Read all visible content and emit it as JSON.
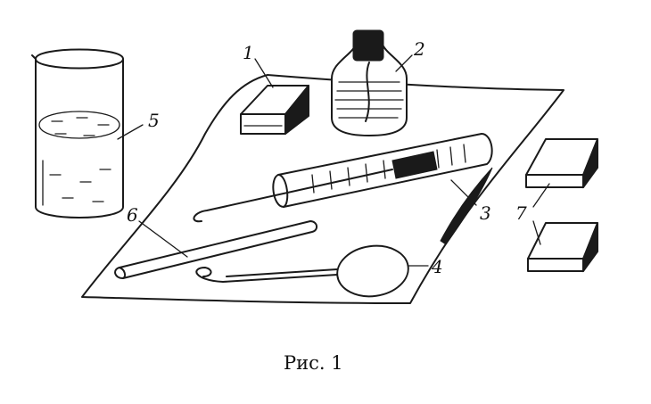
{
  "labels": {
    "l1": "1",
    "l2": "2",
    "l3": "3",
    "l4": "4",
    "l5": "5",
    "l6": "6",
    "l7": "7"
  },
  "caption": "Рис. 1"
}
